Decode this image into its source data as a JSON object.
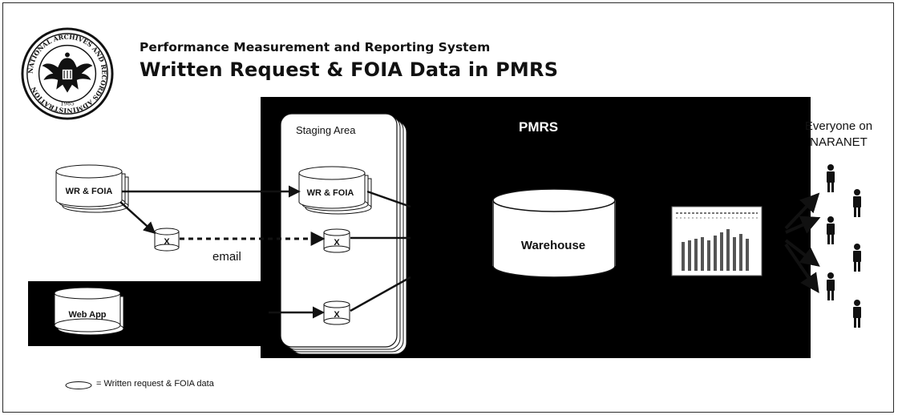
{
  "header": {
    "subtitle": "Performance Measurement and Reporting System",
    "title": "Written Request & FOIA Data in PMRS"
  },
  "seal": {
    "icon": "nara-seal-icon",
    "ring_text": "NATIONAL ARCHIVES AND RECORDS ADMINISTRATION",
    "year": "1985"
  },
  "diagram": {
    "pmrs_label": "PMRS",
    "staging_label": "Staging Area",
    "source_db_label": "WR & FOIA",
    "staging_db_label": "WR & FOIA",
    "webapp_label": "Web App",
    "x_label": "X",
    "email_label": "email",
    "warehouse_label": "Warehouse",
    "everyone_line1": "Everyone on",
    "everyone_line2": "NARANET",
    "report_icon": "bar-report-icon",
    "person_icon": "person-icon"
  },
  "legend": {
    "text": "= Written request & FOIA data"
  }
}
